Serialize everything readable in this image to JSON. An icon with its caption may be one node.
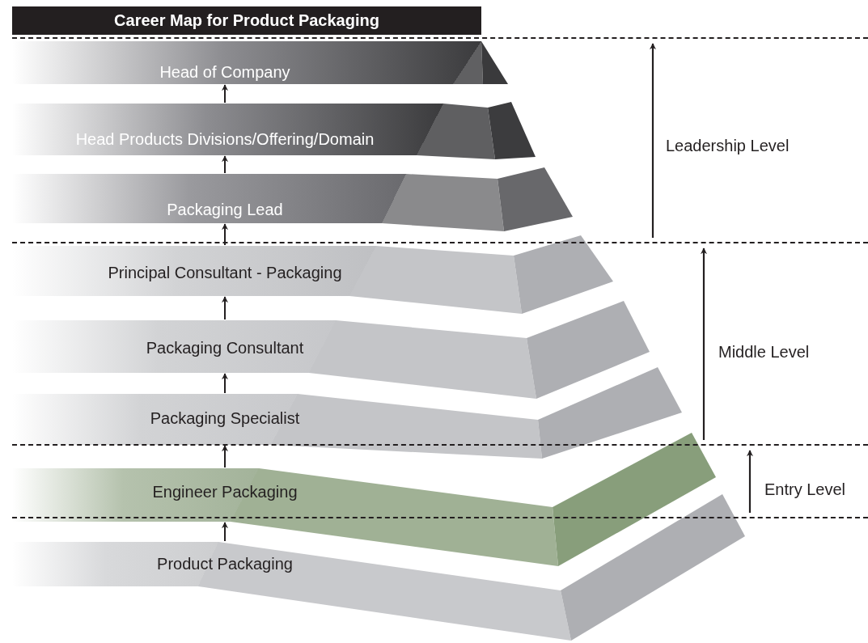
{
  "diagram": {
    "title": "Career Map for Product Packaging",
    "nodes": [
      {
        "text": [
          "Head of Company"
        ]
      },
      {
        "text": [
          "Head Products Divisions/Offering/Domain"
        ]
      },
      {
        "text": [
          "Packaging Lead"
        ]
      },
      {
        "text": [
          "Principal Consultant - Packaging"
        ]
      },
      {
        "text": [
          "Packaging Consultant"
        ]
      },
      {
        "text": [
          "Packaging Specialist"
        ]
      },
      {
        "text": [
          "Engineer Packaging"
        ]
      },
      {
        "text": [
          "Product Packaging"
        ]
      }
    ],
    "edges": [
      {
        "from": 7,
        "to": 6,
        "arrow": "to"
      },
      {
        "from": 6,
        "to": 5,
        "arrow": "to"
      },
      {
        "from": 5,
        "to": 4,
        "arrow": "to"
      },
      {
        "from": 4,
        "to": 3,
        "arrow": "to"
      },
      {
        "from": 3,
        "to": 2,
        "arrow": "to"
      },
      {
        "from": 2,
        "to": 1,
        "arrow": "to"
      },
      {
        "from": 1,
        "to": 0,
        "arrow": "to"
      }
    ],
    "labels": [
      "Leadership Level",
      "Middle Level",
      "Entry Level"
    ]
  }
}
